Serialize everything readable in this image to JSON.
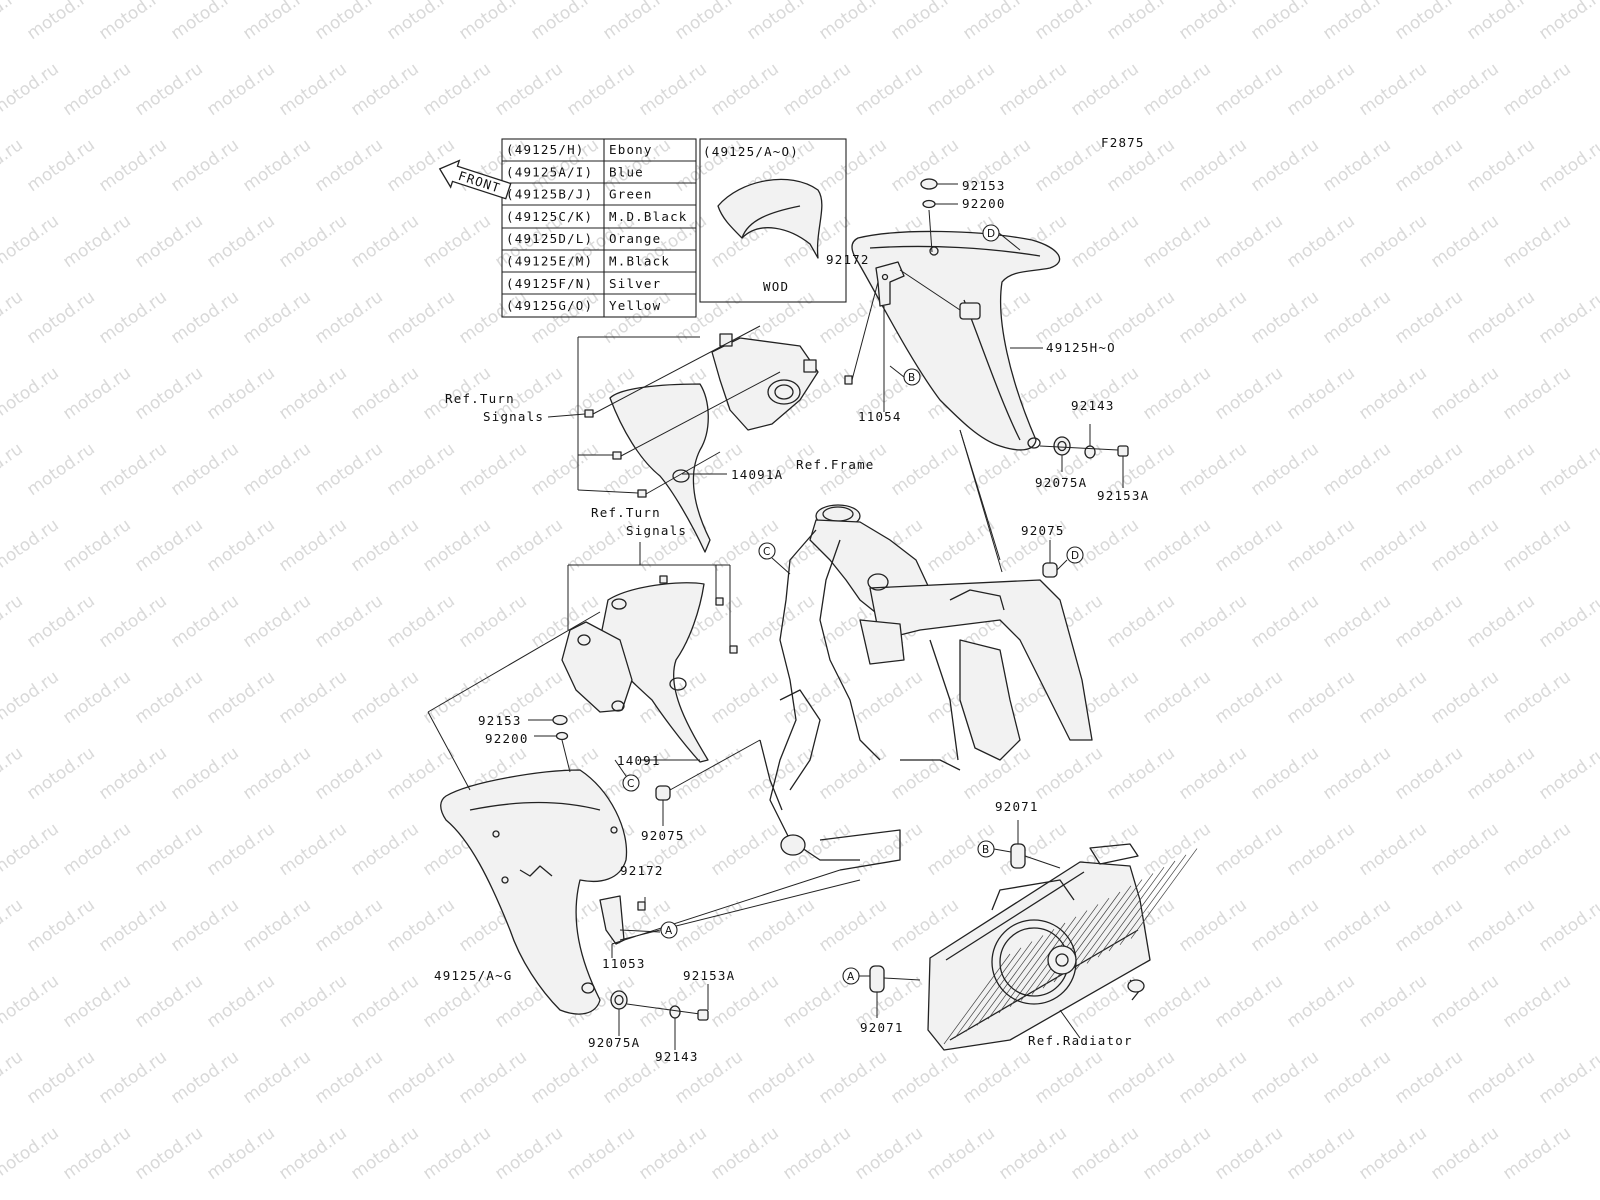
{
  "diagram_code": "F2875",
  "front_arrow_label": "FRONT",
  "color_table": [
    {
      "code": "(49125/H)",
      "color": "Ebony"
    },
    {
      "code": "(49125A/I)",
      "color": "Blue"
    },
    {
      "code": "(49125B/J)",
      "color": "Green"
    },
    {
      "code": "(49125C/K)",
      "color": "M.D.Black"
    },
    {
      "code": "(49125D/L)",
      "color": "Orange"
    },
    {
      "code": "(49125E/M)",
      "color": "M.Black"
    },
    {
      "code": "(49125F/N)",
      "color": "Silver"
    },
    {
      "code": "(49125G/O)",
      "color": "Yellow"
    }
  ],
  "inset": {
    "title": "(49125/A~O)",
    "caption": "WOD"
  },
  "labels": {
    "p92153_top": "92153",
    "p92200_top": "92200",
    "p49125H": "49125H~O",
    "p92172_top": "92172",
    "p11054": "11054",
    "ref_turn_1a": "Ref.Turn",
    "ref_turn_1b": "Signals",
    "p14091A": "14091A",
    "ref_frame": "Ref.Frame",
    "p92143_top": "92143",
    "p92075A_top": "92075A",
    "p92153A_top": "92153A",
    "ref_turn_2a": "Ref.Turn",
    "ref_turn_2b": "Signals",
    "p92075_right": "92075",
    "p92153_left": "92153",
    "p92200_left": "92200",
    "p14091": "14091",
    "p92075_left": "92075",
    "p92071_top": "92071",
    "p92172_bottom": "92172",
    "p11053": "11053",
    "p49125AG": "49125/A~G",
    "p92153A_bottom": "92153A",
    "p92075A_bottom": "92075A",
    "p92143_bottom": "92143",
    "p92071_bottom": "92071",
    "ref_radiator": "Ref.Radiator"
  },
  "callouts": {
    "a1": "A",
    "a2": "A",
    "b1": "B",
    "b2": "B",
    "c1": "C",
    "c2": "C",
    "d1": "D",
    "d2": "D"
  },
  "watermark": "motod.ru"
}
